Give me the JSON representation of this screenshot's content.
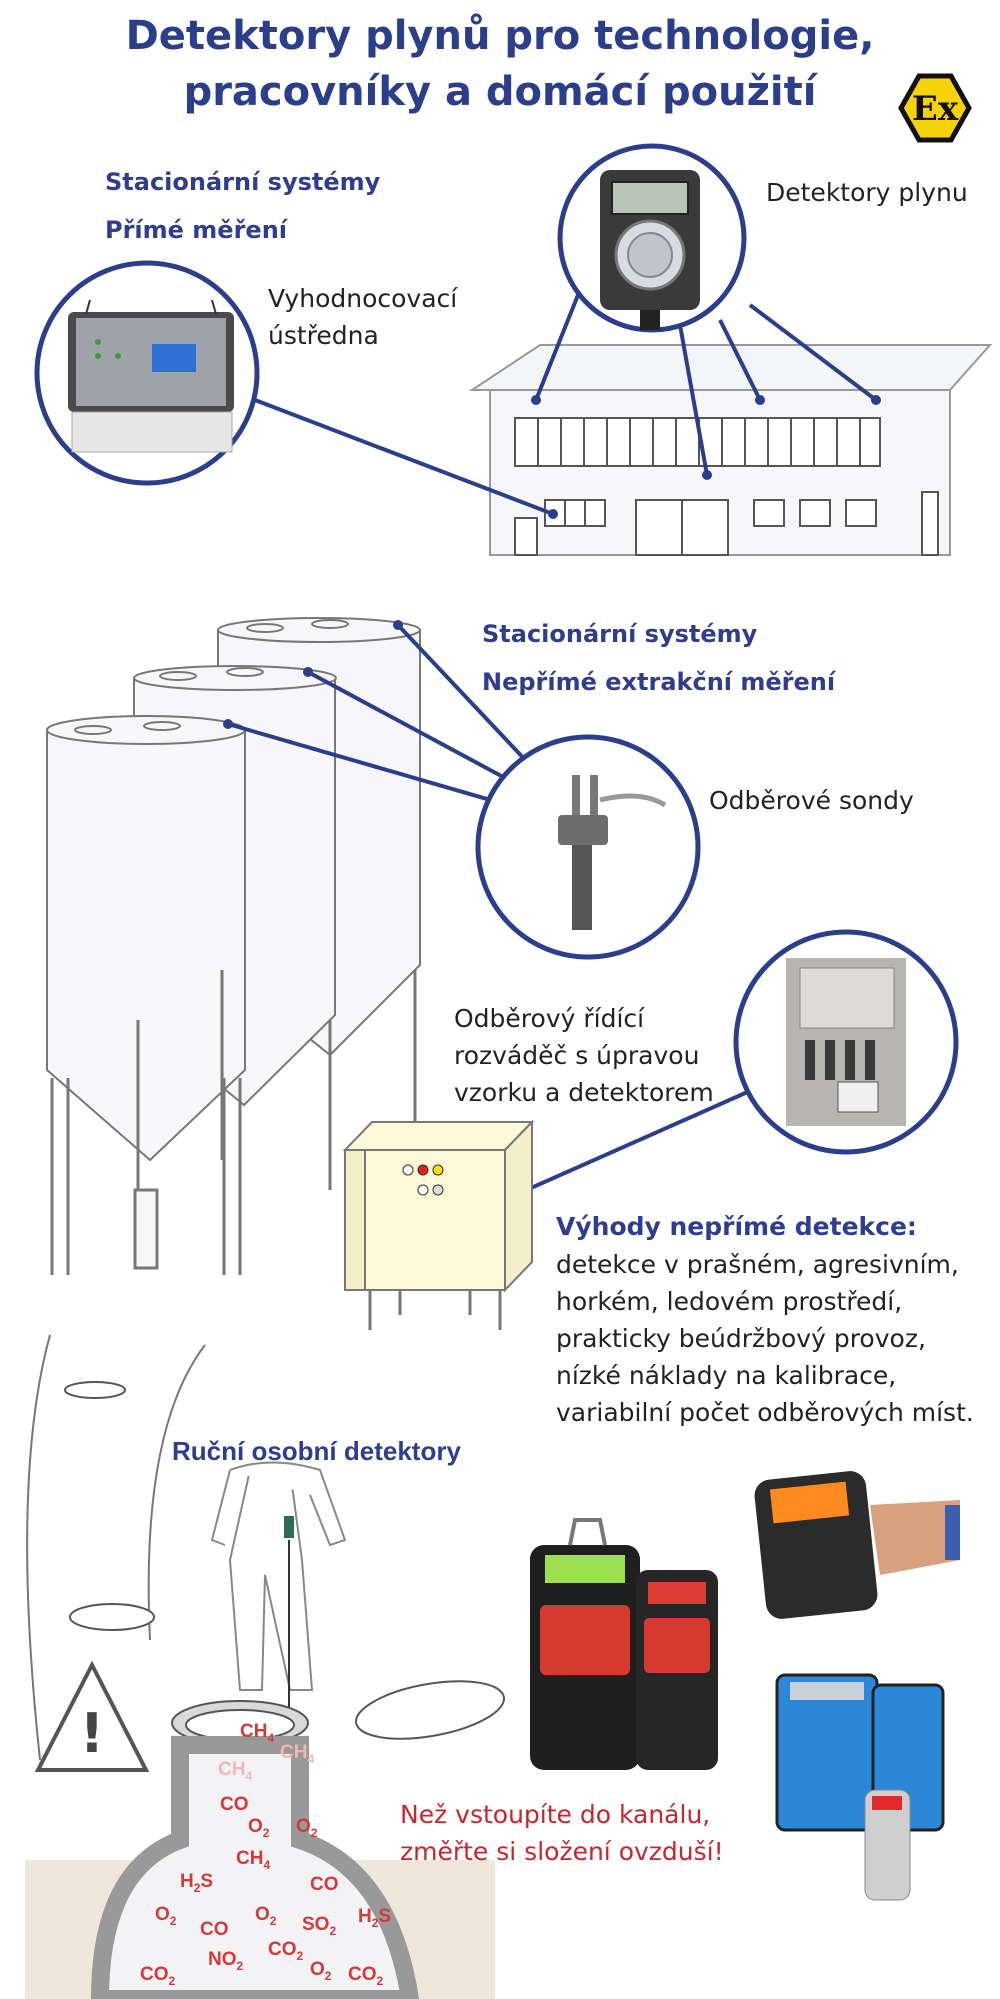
{
  "title": {
    "line1": "Detektory plynů pro technologie,",
    "line2": "pracovníky a domácí použití"
  },
  "badges": {
    "ex_symbol": "Ex"
  },
  "section1": {
    "heading1": "Stacionární systémy",
    "heading2": "Přímé měření",
    "unit_label_line1": "Vyhodnocovací",
    "unit_label_line2": "ústředna",
    "detector_label": "Detektory plynu"
  },
  "section2": {
    "heading1": "Stacionární systémy",
    "heading2": "Nepřímé extrakční měření",
    "probe_label": "Odběrové sondy",
    "cabinet_label_line1": "Odběrový řídící",
    "cabinet_label_line2": "rozváděč s úpravou",
    "cabinet_label_line3": "vzorku a detektorem",
    "advantages_heading": "Výhody nepřímé detekce:",
    "advantages_lines": [
      "detekce v  prašném, agresivním,",
      "horkém, ledovém prostředí,",
      "prakticky beúdržbový provoz,",
      "nízké náklady na kalibrace,",
      "variabilní počet odběrových míst."
    ]
  },
  "section3": {
    "heading": "Ruční osobní detektory",
    "warning_line1": "Než vstoupíte do kanálu,",
    "warning_line2": "změřte si složení ovzduší!",
    "gases": [
      "CH4",
      "CH4",
      "CH4",
      "CO",
      "O2",
      "O2",
      "CH4",
      "H2S",
      "CO",
      "O2",
      "CO",
      "O2",
      "SO2",
      "H2S",
      "CO2",
      "NO2",
      "CO2",
      "O2",
      "CO2"
    ]
  },
  "colors": {
    "accent": "#2b3e8c",
    "warning": "#c8262c",
    "gas": "#d43a3a"
  }
}
